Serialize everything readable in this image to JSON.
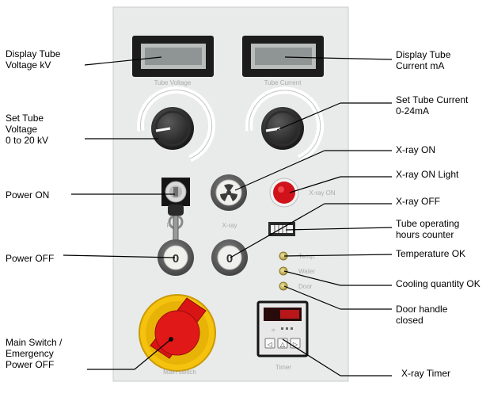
{
  "panel_labels": {
    "tube_voltage": "Tube Voltage",
    "tube_current": "Tube Current",
    "power_key": "P",
    "xray_button": "X-ray",
    "xray_light": "X-ray ON",
    "temp": "Temp.",
    "water": "Water",
    "door": "Door",
    "main_switch": "Main switch",
    "timer": "Timer"
  },
  "callouts": {
    "display_voltage": "Display Tube\nVoltage kV",
    "display_current": "Display Tube\nCurrent mA",
    "set_voltage": "Set Tube\nVoltage\n0 to 20 kV",
    "set_current": "Set Tube Current\n0-24mA",
    "xray_on": "X-ray ON",
    "xray_on_light": "X-ray ON Light",
    "power_on": "Power ON",
    "xray_off": "X-ray OFF",
    "hours_counter": "Tube operating\nhours counter",
    "power_off": "Power OFF",
    "temperature_ok": "Temperature OK",
    "cooling_ok": "Cooling quantity OK",
    "main_switch": "Main Switch /\nEmergency\nPower OFF",
    "door_closed": "Door handle\nclosed",
    "xray_timer": "X-ray Timer"
  },
  "colors": {
    "panel": "#e9ebea",
    "red_button": "#d0121b",
    "main_switch_red": "#e01818",
    "main_switch_yellow": "#f5c20e",
    "timer_display": "#b8171a",
    "indicator_lamp": "#c7b35a"
  },
  "icons": {
    "off_button_symbol": "0",
    "radiation_symbol": "radiation-icon",
    "timer_buttons": [
      "◁",
      "△",
      "▷"
    ]
  }
}
